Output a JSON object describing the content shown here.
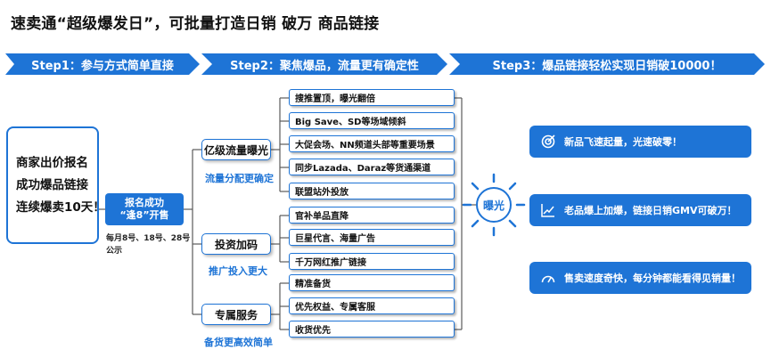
{
  "title": "速卖通“超级爆发日”，可批量打造日销 破万 商品链接",
  "steps": [
    {
      "label": "Step1：参与方式简单直接"
    },
    {
      "label": "Step2：聚焦爆品，流量更有确定性"
    },
    {
      "label": "Step3：爆品链接轻松实现日销破10000！"
    }
  ],
  "merchant": {
    "lines": [
      "商家出价报名",
      "成功爆品链接",
      "连续爆卖10天！"
    ]
  },
  "signup": {
    "line1": "报名成功",
    "line2": "“逢8”开售"
  },
  "signup_dates": "每月8号、18号、28号公示",
  "categories": [
    {
      "label": "亿级流量曝光",
      "note": "流量分配更确定"
    },
    {
      "label": "投资加码",
      "note": "推广投入更大"
    },
    {
      "label": "专属服务",
      "note": "备货更高效简单"
    }
  ],
  "items": [
    "搜推置顶，曝光翻倍",
    "Big Save、SD等场域倾斜",
    "大促会场、NN频道头部等重要场景",
    "同步Lazada、Daraz等货通渠道",
    "联盟站外投放",
    "官补单品直降",
    "巨星代言、海量广告",
    "千万网红推广链接",
    "精准备货",
    "优先权益、专属客服",
    "收货优先"
  ],
  "exposure": "曝光",
  "results": [
    {
      "label": "新品飞速起量，光速破零！",
      "icon": "target-icon"
    },
    {
      "label": "老品爆上加爆，链接日销GMV可破万！",
      "icon": "trend-chart-icon"
    },
    {
      "label": "售卖速度奇快，每分钟都能看得见销量！",
      "icon": "speedometer-icon"
    }
  ],
  "colors": {
    "accent": "#1e74d6",
    "line": "#5a5a5a"
  }
}
